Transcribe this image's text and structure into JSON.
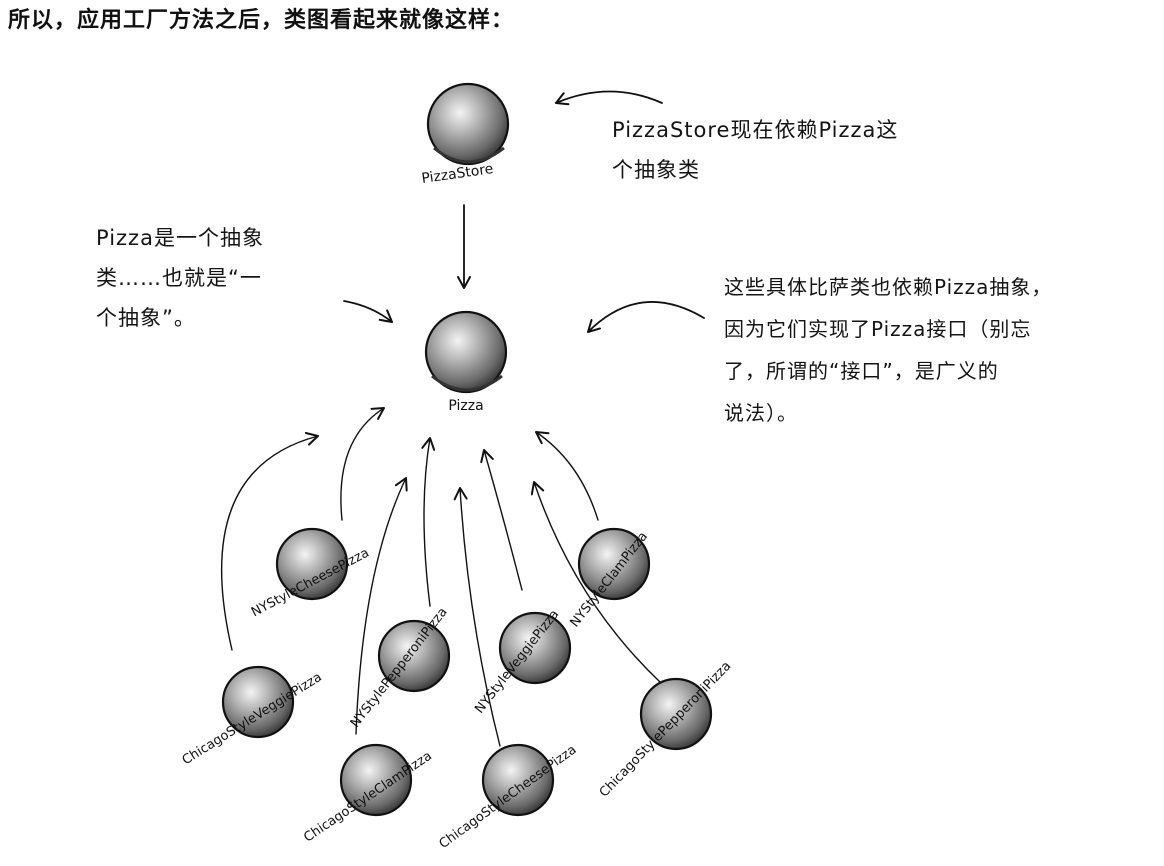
{
  "caption": "所以，应用工厂方法之后，类图看起来就像这样：",
  "classes": {
    "store": "PizzaStore",
    "pizza": "Pizza",
    "ny_cheese": "NYStyleCheesePizza",
    "ny_pepperoni": "NYStylePepperoniPizza",
    "ny_veggie": "NYStyleVeggiePizza",
    "ny_clam": "NYStyleClamPizza",
    "chicago_veggie": "ChicagoStyleVeggiePizza",
    "chicago_clam": "ChicagoStyleClamPizza",
    "chicago_cheese": "ChicagoStyleCheesePizza",
    "chicago_pepperoni": "ChicagoStylePepperoniPizza"
  },
  "notes": {
    "store_depends": [
      "PizzaStore现在依赖Pizza这",
      "个抽象类"
    ],
    "pizza_abstract": [
      "Pizza是一个抽象",
      "类……也就是“一",
      "个抽象”。"
    ],
    "concrete_depend": [
      "这些具体比萨类也依赖Pizza抽象，",
      "因为它们实现了Pizza接口（别忘",
      "了，所谓的“接口”，是广义的",
      "说法）。"
    ]
  },
  "colors": {
    "ink": "#111111",
    "ball_light": "#f4f4f4",
    "ball_mid": "#9a9a9a",
    "ball_dark": "#3a3a3a"
  }
}
